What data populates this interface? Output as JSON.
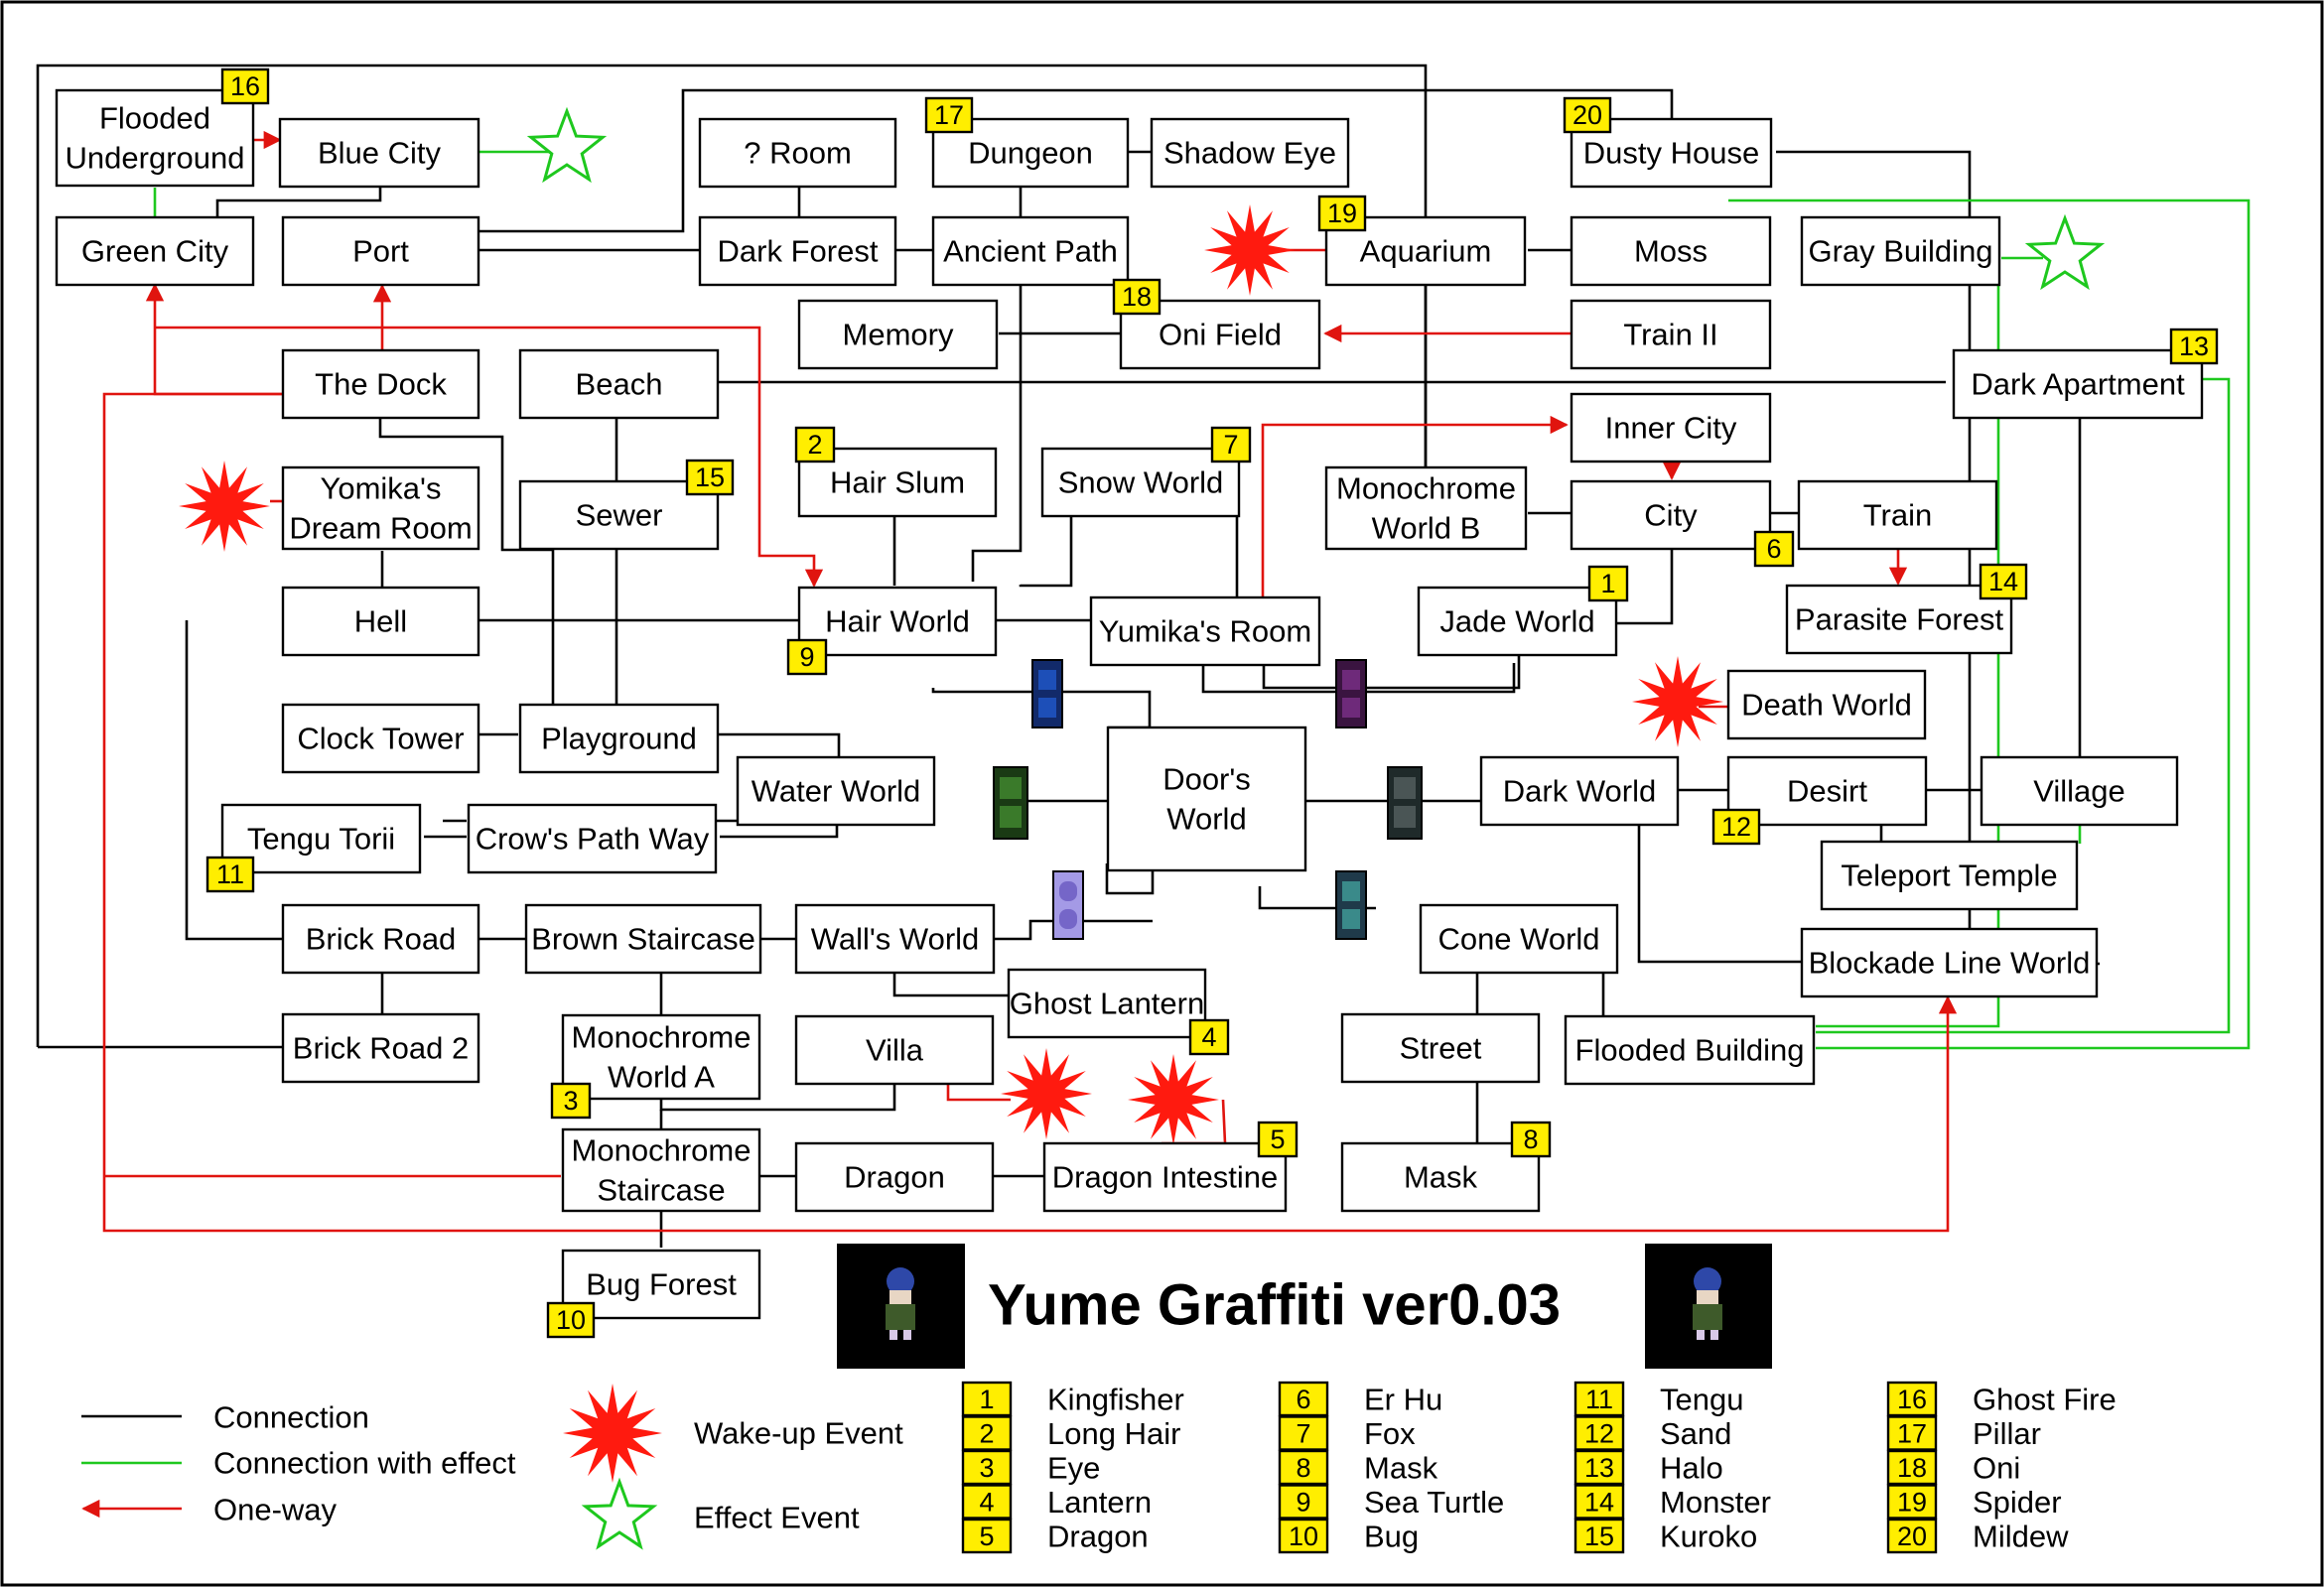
{
  "title": "Yume Graffiti ver0.03",
  "colors": {
    "connection": "#000000",
    "effect_connection": "#1ec81e",
    "one_way": "#e0140f",
    "badge": "#ffee00"
  },
  "nodes": {
    "flooded_underground": {
      "lines": [
        "Flooded",
        "Underground"
      ],
      "badge": "16"
    },
    "blue_city": {
      "lines": [
        "Blue City"
      ]
    },
    "room_q": {
      "lines": [
        "? Room"
      ]
    },
    "dungeon": {
      "lines": [
        "Dungeon"
      ],
      "badge": "17"
    },
    "shadow_eye": {
      "lines": [
        "Shadow Eye"
      ]
    },
    "dusty_house": {
      "lines": [
        "Dusty House"
      ],
      "badge": "20"
    },
    "green_city": {
      "lines": [
        "Green City"
      ]
    },
    "port": {
      "lines": [
        "Port"
      ]
    },
    "dark_forest": {
      "lines": [
        "Dark Forest"
      ]
    },
    "ancient_path": {
      "lines": [
        "Ancient Path"
      ]
    },
    "aquarium": {
      "lines": [
        "Aquarium"
      ],
      "badge": "19"
    },
    "moss": {
      "lines": [
        "Moss"
      ]
    },
    "gray_building": {
      "lines": [
        "Gray Building"
      ]
    },
    "memory": {
      "lines": [
        "Memory"
      ]
    },
    "oni_field": {
      "lines": [
        "Oni Field"
      ],
      "badge": "18"
    },
    "train_ii": {
      "lines": [
        "Train II"
      ]
    },
    "the_dock": {
      "lines": [
        "The Dock"
      ]
    },
    "beach": {
      "lines": [
        "Beach"
      ]
    },
    "dark_apartment": {
      "lines": [
        "Dark Apartment"
      ],
      "badge": "13"
    },
    "inner_city": {
      "lines": [
        "Inner City"
      ]
    },
    "yomika_room": {
      "lines": [
        "Yomika's",
        "Dream Room"
      ]
    },
    "sewer": {
      "lines": [
        "Sewer"
      ],
      "badge": "15"
    },
    "hair_slum": {
      "lines": [
        "Hair Slum"
      ],
      "badge": "2"
    },
    "snow_world": {
      "lines": [
        "Snow World"
      ],
      "badge": "7"
    },
    "monochrome_b": {
      "lines": [
        "Monochrome",
        "World B"
      ]
    },
    "city": {
      "lines": [
        "City"
      ],
      "badge": "6"
    },
    "train": {
      "lines": [
        "Train"
      ]
    },
    "hell": {
      "lines": [
        "Hell"
      ]
    },
    "hair_world": {
      "lines": [
        "Hair World"
      ],
      "badge": "9"
    },
    "yumika_room": {
      "lines": [
        "Yumika's Room"
      ]
    },
    "jade_world": {
      "lines": [
        "Jade World"
      ],
      "badge": "1"
    },
    "parasite_forest": {
      "lines": [
        "Parasite Forest"
      ],
      "badge": "14"
    },
    "death_world": {
      "lines": [
        "Death World"
      ]
    },
    "clock_tower": {
      "lines": [
        "Clock Tower"
      ]
    },
    "playground": {
      "lines": [
        "Playground"
      ]
    },
    "doors_world": {
      "lines": [
        "Door's",
        "World"
      ]
    },
    "water_world": {
      "lines": [
        "Water World"
      ]
    },
    "dark_world": {
      "lines": [
        "Dark World"
      ]
    },
    "desirt": {
      "lines": [
        "Desirt"
      ],
      "badge": "12"
    },
    "village": {
      "lines": [
        "Village"
      ]
    },
    "tengu_torii": {
      "lines": [
        "Tengu Torii"
      ],
      "badge": "11"
    },
    "crows_path": {
      "lines": [
        "Crow's Path Way"
      ]
    },
    "teleport_temple": {
      "lines": [
        "Teleport Temple"
      ]
    },
    "brick_road": {
      "lines": [
        "Brick Road"
      ]
    },
    "brown_staircase": {
      "lines": [
        "Brown Staircase"
      ]
    },
    "walls_world": {
      "lines": [
        "Wall's World"
      ]
    },
    "cone_world": {
      "lines": [
        "Cone World"
      ]
    },
    "blockade_line": {
      "lines": [
        "Blockade Line World"
      ]
    },
    "ghost_lantern": {
      "lines": [
        "Ghost Lantern"
      ],
      "badge": "4"
    },
    "brick_road_2": {
      "lines": [
        "Brick Road 2"
      ]
    },
    "monochrome_a": {
      "lines": [
        "Monochrome",
        "World A"
      ],
      "badge": "3"
    },
    "villa": {
      "lines": [
        "Villa"
      ]
    },
    "street": {
      "lines": [
        "Street"
      ]
    },
    "flooded_building": {
      "lines": [
        "Flooded Building"
      ]
    },
    "monochrome_staircase": {
      "lines": [
        "Monochrome",
        "Staircase"
      ]
    },
    "dragon": {
      "lines": [
        "Dragon"
      ]
    },
    "dragon_intestine": {
      "lines": [
        "Dragon Intestine"
      ],
      "badge": "5"
    },
    "mask": {
      "lines": [
        "Mask"
      ],
      "badge": "8"
    },
    "bug_forest": {
      "lines": [
        "Bug Forest"
      ],
      "badge": "10"
    }
  },
  "legend": {
    "connection": "Connection",
    "connection_effect": "Connection with effect",
    "one_way": "One-way",
    "wakeup": "Wake-up Event",
    "effect_event": "Effect Event"
  },
  "effects": [
    {
      "num": "1",
      "name": "Kingfisher"
    },
    {
      "num": "2",
      "name": "Long Hair"
    },
    {
      "num": "3",
      "name": "Eye"
    },
    {
      "num": "4",
      "name": "Lantern"
    },
    {
      "num": "5",
      "name": "Dragon"
    },
    {
      "num": "6",
      "name": "Er Hu"
    },
    {
      "num": "7",
      "name": "Fox"
    },
    {
      "num": "8",
      "name": "Mask"
    },
    {
      "num": "9",
      "name": "Sea Turtle"
    },
    {
      "num": "10",
      "name": "Bug"
    },
    {
      "num": "11",
      "name": "Tengu"
    },
    {
      "num": "12",
      "name": "Sand"
    },
    {
      "num": "13",
      "name": "Halo"
    },
    {
      "num": "14",
      "name": "Monster"
    },
    {
      "num": "15",
      "name": "Kuroko"
    },
    {
      "num": "16",
      "name": "Ghost Fire"
    },
    {
      "num": "17",
      "name": "Pillar"
    },
    {
      "num": "18",
      "name": "Oni"
    },
    {
      "num": "19",
      "name": "Spider"
    },
    {
      "num": "20",
      "name": "Mildew"
    }
  ]
}
